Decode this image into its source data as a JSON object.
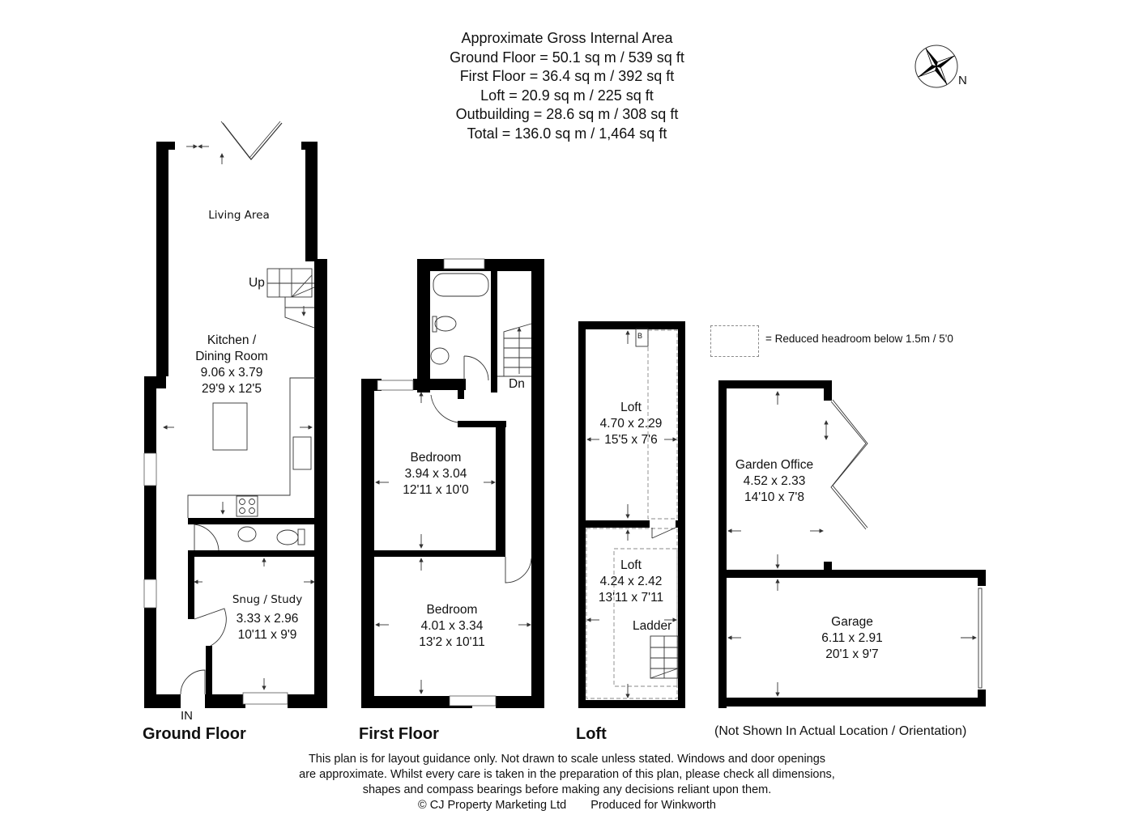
{
  "header": {
    "title": "Approximate Gross Internal Area",
    "areas": [
      "Ground Floor = 50.1 sq m / 539 sq ft",
      "First Floor = 36.4 sq m / 392 sq ft",
      "Loft = 20.9 sq m / 225 sq ft",
      "Outbuilding = 28.6 sq m / 308 sq ft",
      "Total = 136.0 sq m / 1,464 sq ft"
    ]
  },
  "compass": {
    "icon": "compass-rose-icon",
    "north_label": "N"
  },
  "legend": {
    "text": "= Reduced headroom below 1.5m / 5'0"
  },
  "ground_floor": {
    "title": "Ground Floor",
    "entrance_label": "IN",
    "stairs_label": "Up",
    "rooms": [
      {
        "name": "Living Area"
      },
      {
        "name_line1": "Kitchen /",
        "name_line2": "Dining Room",
        "metric": "9.06 x 3.79",
        "imperial": "29'9 x 12'5"
      },
      {
        "name": "Snug / Study",
        "metric": "3.33 x 2.96",
        "imperial": "10'11 x 9'9"
      }
    ]
  },
  "first_floor": {
    "title": "First Floor",
    "stairs_label": "Dn",
    "rooms": [
      {
        "name": "Bedroom",
        "metric": "3.94 x 3.04",
        "imperial": "12'11 x 10'0"
      },
      {
        "name": "Bedroom",
        "metric": "4.01 x 3.34",
        "imperial": "13'2 x 10'11"
      }
    ]
  },
  "loft": {
    "title": "Loft",
    "boiler_label": "B",
    "ladder_label": "Ladder",
    "rooms": [
      {
        "name": "Loft",
        "metric": "4.70 x 2.29",
        "imperial": "15'5 x 7'6"
      },
      {
        "name": "Loft",
        "metric": "4.24 x 2.42",
        "imperial": "13'11 x 7'11"
      }
    ]
  },
  "outbuilding": {
    "note": "(Not Shown In Actual Location / Orientation)",
    "rooms": [
      {
        "name": "Garden Office",
        "metric": "4.52 x 2.33",
        "imperial": "14'10 x 7'8"
      },
      {
        "name": "Garage",
        "metric": "6.11 x 2.91",
        "imperial": "20'1 x 9'7"
      }
    ]
  },
  "footer": {
    "line1": "This plan is for layout guidance only. Not drawn to scale unless stated. Windows and door openings",
    "line2": "are approximate. Whilst every care is taken in the preparation of this plan, please check all dimensions,",
    "line3": "shapes and compass bearings before making any decisions reliant upon them.",
    "copyright": "© CJ Property Marketing Ltd",
    "produced_for": "Produced for Winkworth"
  },
  "colors": {
    "wall": "#000000",
    "line": "#333333",
    "dashed": "#888888",
    "background": "#ffffff"
  }
}
